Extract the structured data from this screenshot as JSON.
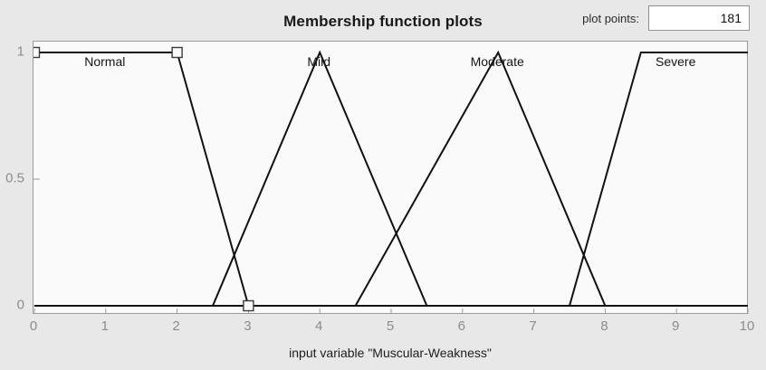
{
  "header": {
    "title": "Membership function plots",
    "plot_points_label": "plot points:",
    "plot_points_value": "181"
  },
  "axes": {
    "xlabel": "input variable \"Muscular-Weakness\"",
    "xticks": [
      "0",
      "1",
      "2",
      "3",
      "4",
      "5",
      "6",
      "7",
      "8",
      "9",
      "10"
    ],
    "yticks": [
      "0",
      "0.5",
      "1"
    ]
  },
  "colors": {
    "panel_bg": "#e8e8e8",
    "plot_bg": "#fafafa",
    "curve": "#111111",
    "tick_text": "#8c8c8c",
    "frame": "#9b9b9b"
  },
  "chart_data": {
    "type": "line",
    "title": "Membership function plots",
    "xlabel": "input variable \"Muscular-Weakness\"",
    "ylabel": "",
    "xlim": [
      0,
      10
    ],
    "ylim": [
      0,
      1
    ],
    "grid": false,
    "legend_position": "inline-above-curves",
    "xticks": [
      0,
      1,
      2,
      3,
      4,
      5,
      6,
      7,
      8,
      9,
      10
    ],
    "yticks": [
      0,
      0.5,
      1
    ],
    "series": [
      {
        "name": "Normal",
        "mf_type": "trapmf",
        "params": [
          0,
          0,
          2,
          3
        ],
        "label_x": 1.0,
        "selected": true,
        "points": [
          [
            0,
            1
          ],
          [
            2,
            1
          ],
          [
            3,
            0
          ],
          [
            10,
            0
          ]
        ]
      },
      {
        "name": "Mild",
        "mf_type": "trimf",
        "params": [
          2.5,
          4,
          5.5
        ],
        "label_x": 4.0,
        "selected": false,
        "points": [
          [
            0,
            0
          ],
          [
            2.5,
            0
          ],
          [
            4,
            1
          ],
          [
            5.5,
            0
          ],
          [
            10,
            0
          ]
        ]
      },
      {
        "name": "Moderate",
        "mf_type": "trimf",
        "params": [
          4.5,
          6.5,
          8
        ],
        "label_x": 6.5,
        "selected": false,
        "points": [
          [
            0,
            0
          ],
          [
            4.5,
            0
          ],
          [
            6.5,
            1
          ],
          [
            8,
            0
          ],
          [
            10,
            0
          ]
        ]
      },
      {
        "name": "Severe",
        "mf_type": "trapmf",
        "params": [
          7.5,
          8.5,
          10,
          10
        ],
        "label_x": 9.0,
        "selected": false,
        "points": [
          [
            0,
            0
          ],
          [
            7.5,
            0
          ],
          [
            8.5,
            1
          ],
          [
            10,
            1
          ]
        ]
      }
    ],
    "selection_handles": [
      [
        0,
        1
      ],
      [
        2,
        1
      ],
      [
        3,
        0
      ]
    ]
  }
}
